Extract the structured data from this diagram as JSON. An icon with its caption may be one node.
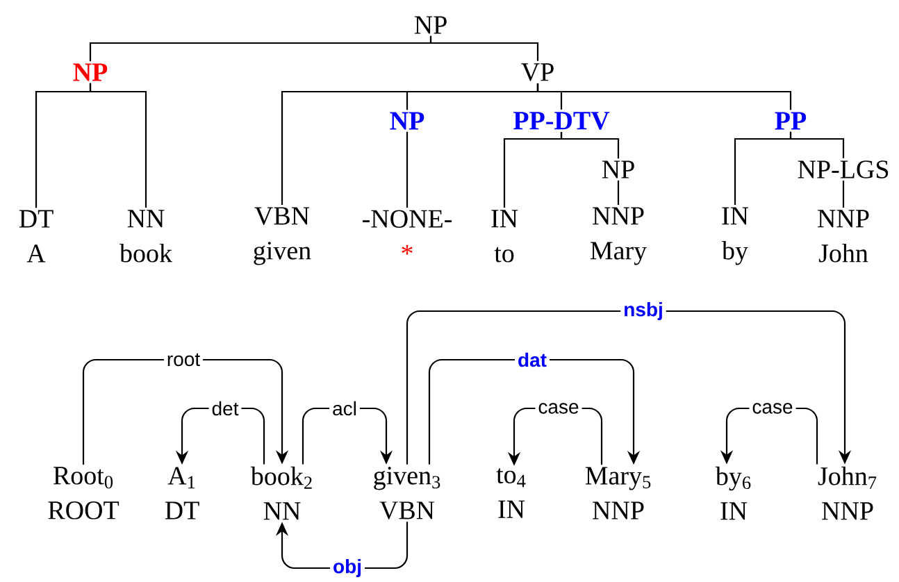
{
  "diagram": {
    "nodes": [
      {
        "text": [
          "NP"
        ]
      },
      {
        "text": [
          "NP"
        ]
      },
      {
        "text": [
          "VP"
        ]
      },
      {
        "text": [
          "NP"
        ]
      },
      {
        "text": [
          "PP-DTV"
        ]
      },
      {
        "text": [
          "PP"
        ]
      },
      {
        "text": [
          "NP"
        ]
      },
      {
        "text": [
          "NP-LGS"
        ]
      },
      {
        "text": [
          "DT",
          "A"
        ]
      },
      {
        "text": [
          "NN",
          "book"
        ]
      },
      {
        "text": [
          "VBN",
          "given"
        ]
      },
      {
        "text": [
          "-NONE-",
          "*"
        ]
      },
      {
        "text": [
          "IN",
          "to"
        ]
      },
      {
        "text": [
          "NNP",
          "Mary"
        ]
      },
      {
        "text": [
          "IN",
          "by"
        ]
      },
      {
        "text": [
          "NNP",
          "John"
        ]
      },
      {
        "text": [
          "Root$_{0}$",
          "ROOT"
        ]
      },
      {
        "text": [
          "A$_{1}$",
          "DT"
        ]
      },
      {
        "text": [
          "book$_{2}$",
          "NN"
        ]
      },
      {
        "text": [
          "given$_{3}$",
          "VBN"
        ]
      },
      {
        "text": [
          "to$_{4}$",
          "IN"
        ]
      },
      {
        "text": [
          "Mary$_{5}$",
          "NNP"
        ]
      },
      {
        "text": [
          "by$_{6}$",
          "IN"
        ]
      },
      {
        "text": [
          "John$_{7}$",
          "NNP"
        ]
      }
    ],
    "edges": [
      {
        "from": 0,
        "to": 1,
        "arrow": "none"
      },
      {
        "from": 0,
        "to": 2,
        "arrow": "none"
      },
      {
        "from": 1,
        "to": 8,
        "arrow": "none"
      },
      {
        "from": 1,
        "to": 9,
        "arrow": "none"
      },
      {
        "from": 2,
        "to": 10,
        "arrow": "none"
      },
      {
        "from": 2,
        "to": 3,
        "arrow": "none"
      },
      {
        "from": 2,
        "to": 4,
        "arrow": "none"
      },
      {
        "from": 2,
        "to": 5,
        "arrow": "none"
      },
      {
        "from": 3,
        "to": 11,
        "arrow": "none"
      },
      {
        "from": 4,
        "to": 12,
        "arrow": "none"
      },
      {
        "from": 4,
        "to": 6,
        "arrow": "none"
      },
      {
        "from": 6,
        "to": 13,
        "arrow": "none"
      },
      {
        "from": 5,
        "to": 14,
        "arrow": "none"
      },
      {
        "from": 5,
        "to": 7,
        "arrow": "none"
      },
      {
        "from": 7,
        "to": 15,
        "arrow": "none"
      },
      {
        "from": 16,
        "to": 18,
        "arrow": "to",
        "label": "root"
      },
      {
        "from": 18,
        "to": 17,
        "arrow": "to",
        "label": "det"
      },
      {
        "from": 18,
        "to": 19,
        "arrow": "to",
        "label": "acl"
      },
      {
        "from": 19,
        "to": 23,
        "arrow": "to",
        "label": "nsbj"
      },
      {
        "from": 19,
        "to": 21,
        "arrow": "to",
        "label": "dat"
      },
      {
        "from": 21,
        "to": 20,
        "arrow": "to",
        "label": "case"
      },
      {
        "from": 23,
        "to": 22,
        "arrow": "to",
        "label": "case"
      },
      {
        "from": 19,
        "to": 18,
        "arrow": "to",
        "label": "obj"
      }
    ]
  }
}
